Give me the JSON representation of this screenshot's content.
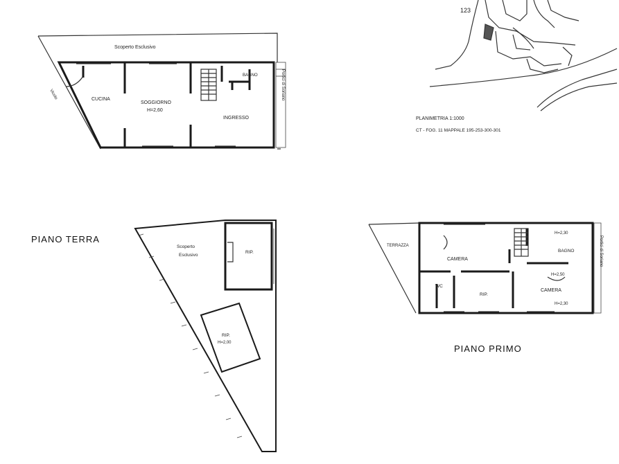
{
  "ground_floor_plan": {
    "title": "PIANO TERRA",
    "top_label": "Scoperto Esclusivo",
    "left_label": "Vicolo",
    "right_label": "Portici di Soriano",
    "rooms": {
      "room_left": "CUCINA",
      "room_center": "SOGGIORNO",
      "room_center_sub": "H=2,60",
      "room_right": "INGRESSO",
      "room_top_right": "BAGNO"
    }
  },
  "yard_plan": {
    "label": "Scoperto",
    "label_2": "Esclusivo",
    "room_label": "RIP.",
    "shed_label": "RIP.",
    "shed_sub": "H=2,00"
  },
  "first_floor_plan": {
    "title": "PIANO PRIMO",
    "left_label": "TERRAZZA",
    "right_label": "Portici di Soriano",
    "rooms": {
      "room_left": "CAMERA",
      "room_top_right": "BAGNO",
      "room_bottom_left": "WC",
      "room_bottom_center": "RIP.",
      "room_bottom_right": "CAMERA",
      "dim_1": "H=2,30",
      "dim_2": "H=2,50",
      "dim_3": "H=2,30"
    }
  },
  "site_map": {
    "parcel_number": "123",
    "caption_line_1": "PLANIMETRIA  1:1000",
    "caption_line_2": "CT - FOG. 11  MAPPALE 195-253-300-301"
  }
}
